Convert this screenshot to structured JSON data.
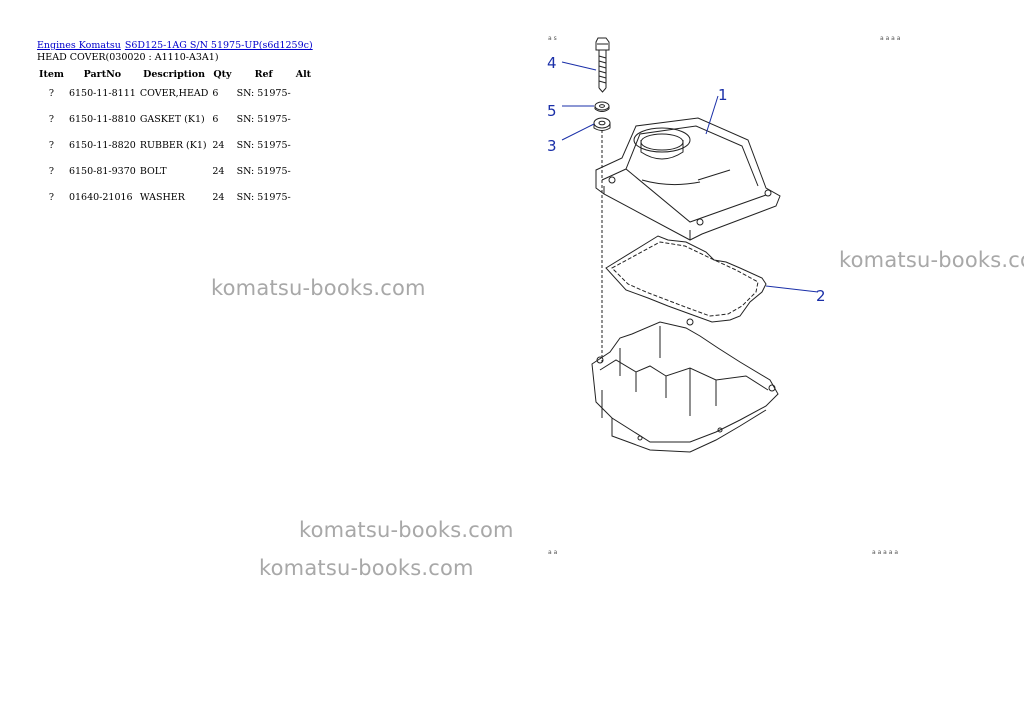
{
  "breadcrumb": {
    "link1": "Engines Komatsu",
    "link2": "S6D125-1AG S/N 51975-UP(s6d1259c)"
  },
  "subtitle": "HEAD COVER(030020 : A1110-A3A1)",
  "table": {
    "headers": [
      "Item",
      "PartNo",
      "Description",
      "Qty",
      "Ref",
      "Alt"
    ],
    "rows": [
      {
        "item": "?",
        "partno": "6150-11-8111",
        "description": "COVER,HEAD",
        "qty": "6",
        "ref": "SN: 51975-",
        "alt": ""
      },
      {
        "item": "?",
        "partno": "6150-11-8810",
        "description": "GASKET (K1)",
        "qty": "6",
        "ref": "SN: 51975-",
        "alt": ""
      },
      {
        "item": "?",
        "partno": "6150-11-8820",
        "description": "RUBBER (K1)",
        "qty": "24",
        "ref": "SN: 51975-",
        "alt": ""
      },
      {
        "item": "?",
        "partno": "6150-81-9370",
        "description": "BOLT",
        "qty": "24",
        "ref": "SN: 51975-",
        "alt": ""
      },
      {
        "item": "?",
        "partno": "01640-21016",
        "description": "WASHER",
        "qty": "24",
        "ref": "SN: 51975-",
        "alt": ""
      }
    ]
  },
  "watermark": "komatsu-books.com",
  "diagram": {
    "callouts": [
      "1",
      "2",
      "3",
      "4",
      "5"
    ],
    "corner_marks": [
      "a s",
      "a a a a",
      "a a",
      "a a a a a"
    ],
    "callout_color": "#1a2fa8"
  }
}
